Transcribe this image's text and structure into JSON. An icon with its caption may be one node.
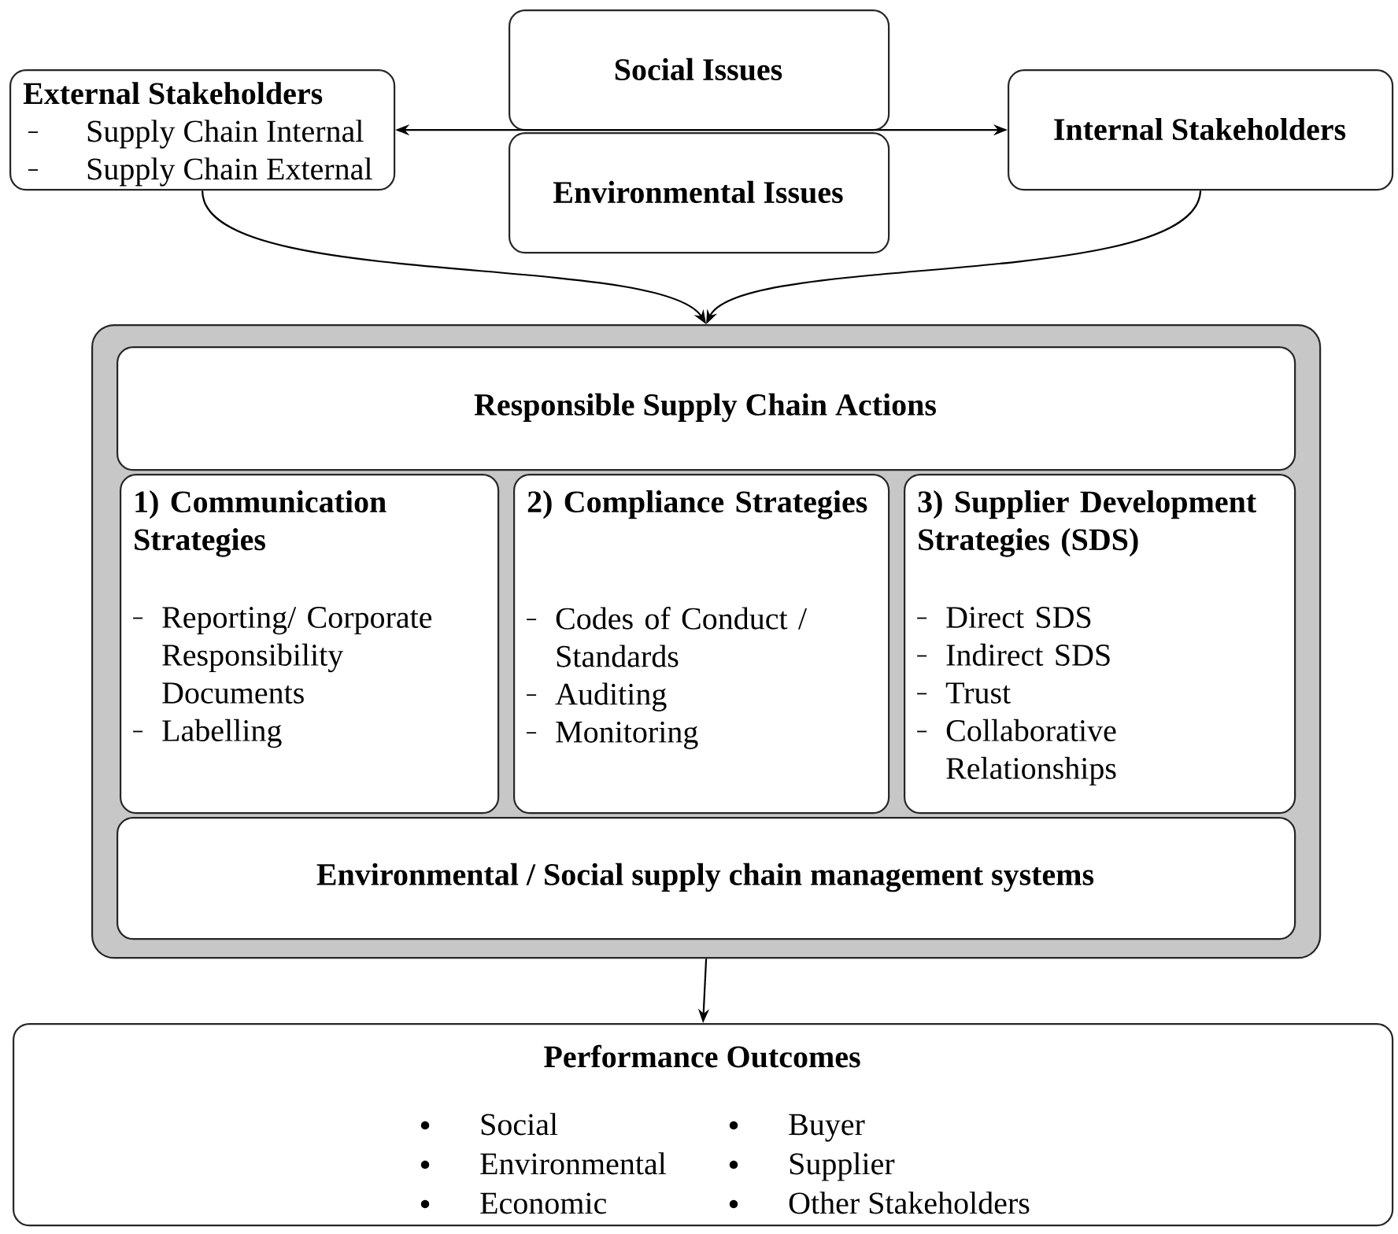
{
  "diagram": {
    "nodes": [
      {
        "text": [
          "External Stakeholders",
          "Supply Chain Internal",
          "Supply Chain External"
        ]
      },
      {
        "text": [
          "Social Issues"
        ]
      },
      {
        "text": [
          "Environmental Issues"
        ]
      },
      {
        "text": [
          "Internal Stakeholders"
        ]
      },
      {
        "text": [],
        "shape": "box"
      },
      {
        "text": [
          "Responsible Supply Chain Actions"
        ],
        "in": 4
      },
      {
        "text": [
          "1) Communication Strategies",
          "Reporting/ Corporate Responsibility Documents",
          "Labelling"
        ],
        "in": 4
      },
      {
        "text": [
          "2) Compliance Strategies",
          "Codes of Conduct / Standards",
          "Auditing",
          "Monitoring"
        ],
        "in": 4
      },
      {
        "text": [
          "3) Supplier Development Strategies (SDS)",
          "Direct SDS",
          "Indirect SDS",
          "Trust",
          "Collaborative Relationships"
        ],
        "in": 4
      },
      {
        "text": [
          "Environmental / Social supply chain management systems"
        ],
        "in": 4
      },
      {
        "text": [
          "Performance Outcomes",
          "Social",
          "Environmental",
          "Economic",
          "Buyer",
          "Supplier",
          "Other Stakeholders"
        ]
      }
    ],
    "edges": [
      {
        "from": 0,
        "to": 3,
        "arrow": "both"
      },
      {
        "from": 0,
        "to": 4,
        "arrow": "to"
      },
      {
        "from": 3,
        "to": 4,
        "arrow": "to"
      },
      {
        "from": 4,
        "to": 10,
        "arrow": "to"
      }
    ]
  }
}
